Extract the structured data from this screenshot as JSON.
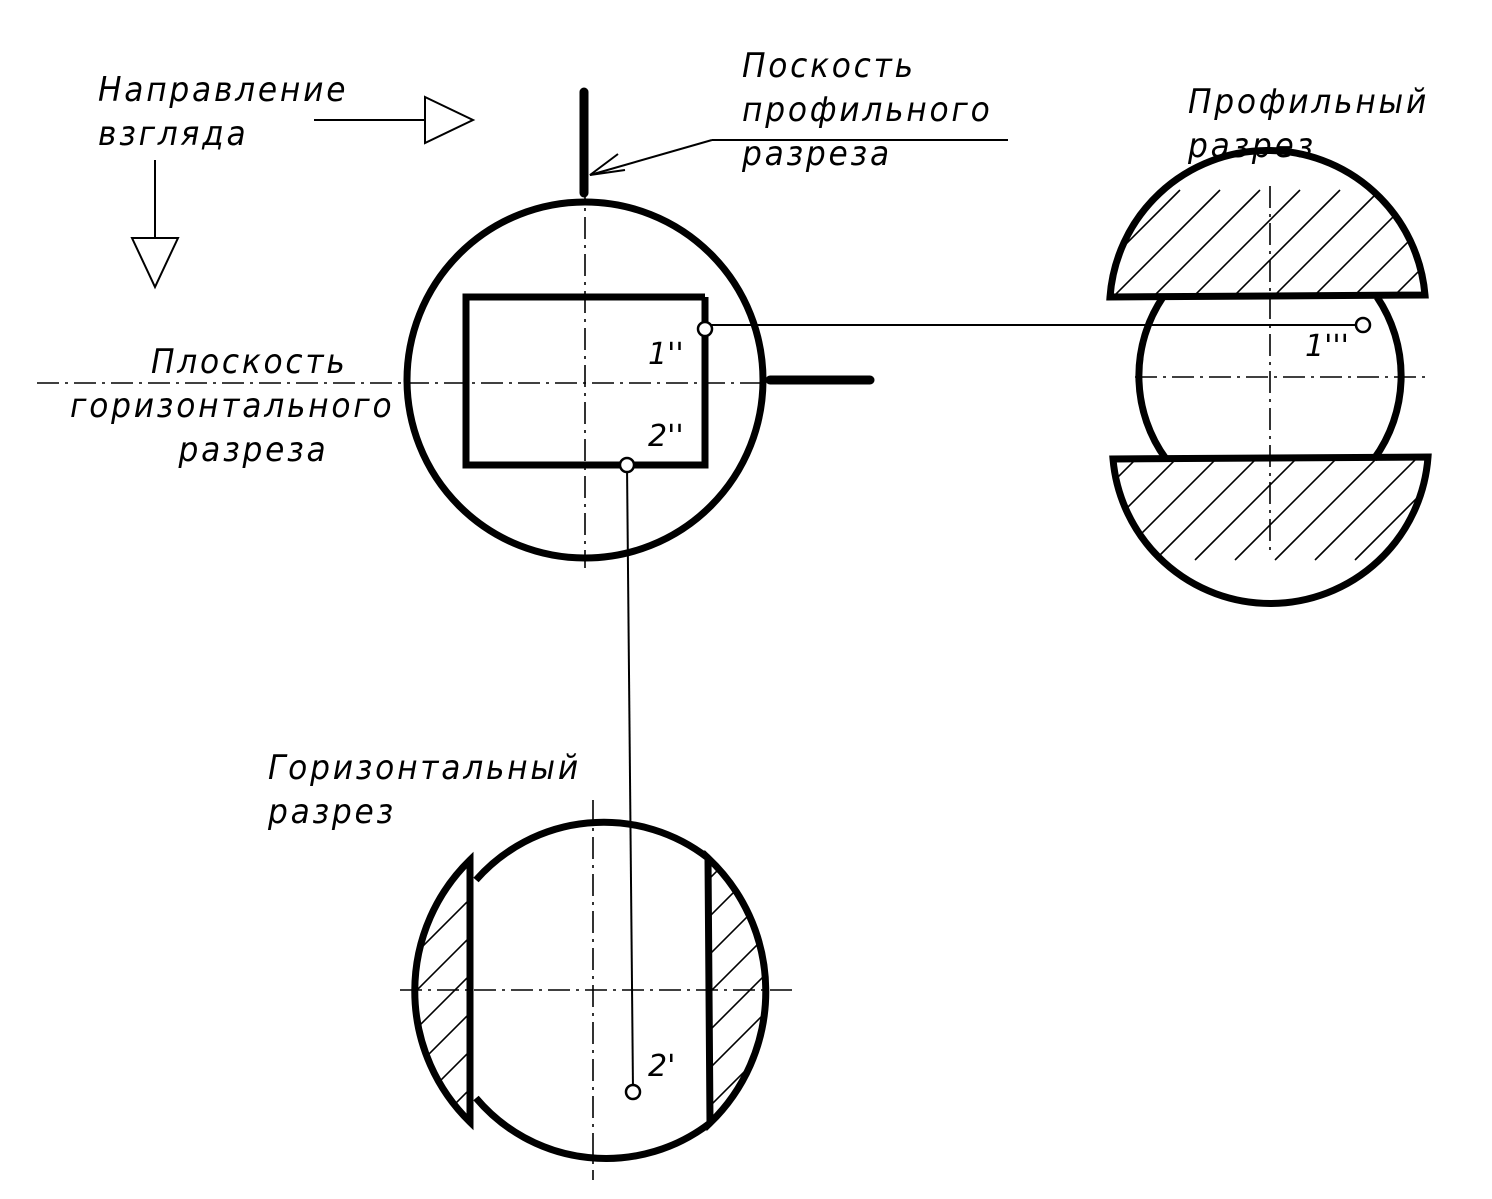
{
  "labels": {
    "view_direction": [
      "Направление",
      "взгляда"
    ],
    "profile_plane": [
      "Поскость",
      "профильного",
      "разреза"
    ],
    "profile_section": [
      "Профильный",
      "разрез"
    ],
    "horizontal_plane": [
      "Плоскость",
      "горизонтального",
      "разреза"
    ],
    "horizontal_section": [
      "Горизонтальный",
      "разрез"
    ]
  },
  "points": {
    "p1_front": "1''",
    "p2_front": "2''",
    "p1_profile": "1'''",
    "p2_top": "2'"
  }
}
